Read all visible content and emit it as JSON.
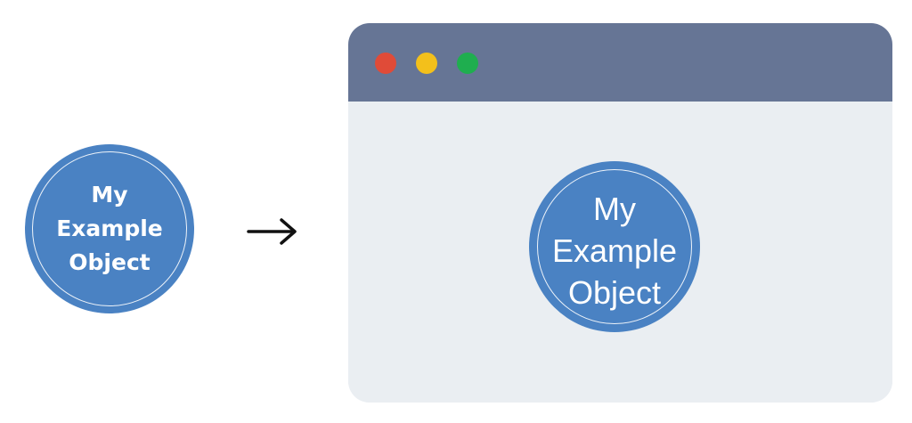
{
  "colors": {
    "badge_fill": "#4a82c3",
    "titlebar": "#667595",
    "window_body": "#eaeef2",
    "dot_red": "#e04b38",
    "dot_yellow": "#f3c01b",
    "dot_green": "#1fae4f",
    "arrow": "#111111"
  },
  "object_badge": {
    "lines": [
      "My",
      "Example",
      "Object"
    ]
  },
  "arrow_icon": "right-arrow-icon",
  "browser_window": {
    "window_controls": [
      "close",
      "minimize",
      "maximize"
    ],
    "content_badge": {
      "lines": [
        "My",
        "Example",
        "Object"
      ]
    }
  }
}
